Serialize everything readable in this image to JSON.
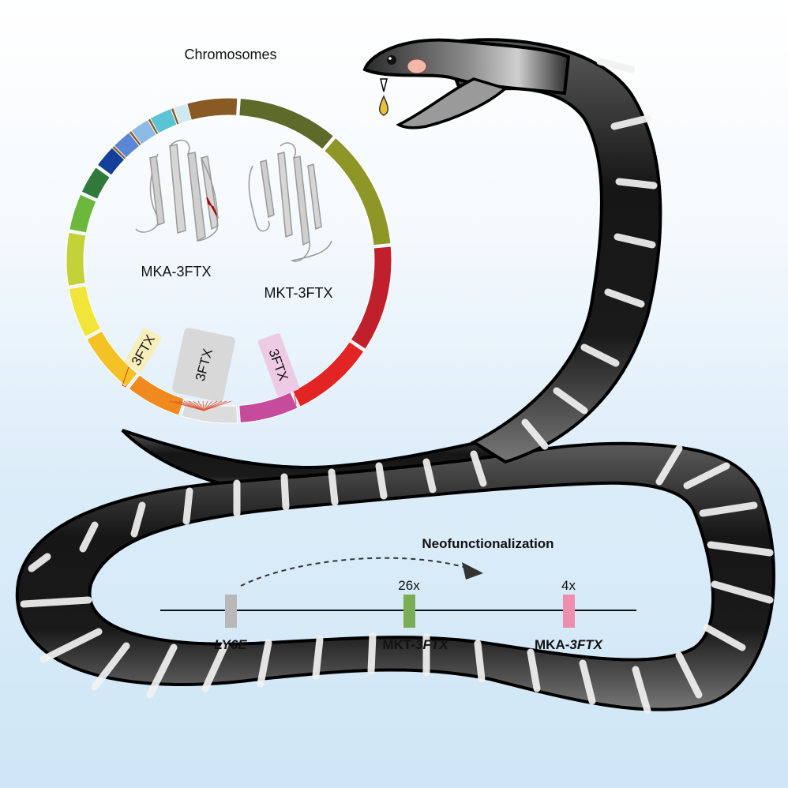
{
  "figure": {
    "chromosome_ring": {
      "title": "Chromosomes",
      "segments": [
        {
          "id": "chr-1",
          "color": "#8a5a24"
        },
        {
          "id": "chr-2",
          "color": "#5e6a2a"
        },
        {
          "id": "chr-3",
          "color": "#8e9627"
        },
        {
          "id": "chr-4",
          "color": "#c0202c"
        },
        {
          "id": "chr-5",
          "color": "#e32424"
        },
        {
          "id": "chr-6",
          "color": "#c64b9b"
        },
        {
          "id": "chr-7",
          "color": "#dcdcdc"
        },
        {
          "id": "chr-8",
          "color": "#f08a1e"
        },
        {
          "id": "chr-9",
          "color": "#f4c225"
        },
        {
          "id": "chr-10",
          "color": "#f1e53a"
        },
        {
          "id": "chr-11",
          "color": "#c4d23a"
        },
        {
          "id": "chr-12",
          "color": "#6cb83c"
        },
        {
          "id": "chr-13",
          "color": "#2f7a3a"
        },
        {
          "id": "chr-14",
          "color": "#123f9a"
        },
        {
          "id": "chr-15",
          "color": "#5b86d4"
        },
        {
          "id": "chr-16",
          "color": "#8ebbe6"
        },
        {
          "id": "chr-17",
          "color": "#5bc3d3"
        },
        {
          "id": "chr-18",
          "color": "#cfe9f1"
        }
      ],
      "gene_tags": [
        {
          "label": "3FTX",
          "bg": "#f7eebc",
          "chromosome": "chr-9"
        },
        {
          "label": "3FTX",
          "bg": "#d8d8d8",
          "chromosome": "chr-7"
        },
        {
          "label": "3FTX",
          "bg": "#eecbe4",
          "chromosome": "chr-6"
        }
      ]
    },
    "proteins": [
      {
        "label": "MKA-3FTX",
        "highlight_color": "#cc1020"
      },
      {
        "label": "MKT-3FTX"
      }
    ],
    "gene_track": {
      "title": "Neofunctionalization",
      "genes": [
        {
          "name": "LY6E",
          "prefix": "",
          "italic_part": "LY6E",
          "color": "#b8b8b8",
          "copies": ""
        },
        {
          "name": "MKT-3FTX",
          "prefix": "MKT-",
          "italic_part": "3FTX",
          "color": "#7aad55",
          "copies": "26x"
        },
        {
          "name": "MKA-3FTX",
          "prefix": "MKA-",
          "italic_part": "3FTX",
          "color": "#ef8eac",
          "copies": "4x"
        }
      ]
    },
    "snake": {
      "body_color": "#1b1b1b",
      "band_color": "#f2f2f2",
      "venom_color": "#e8c33a",
      "mouth_color": "#f0b8a8"
    }
  }
}
